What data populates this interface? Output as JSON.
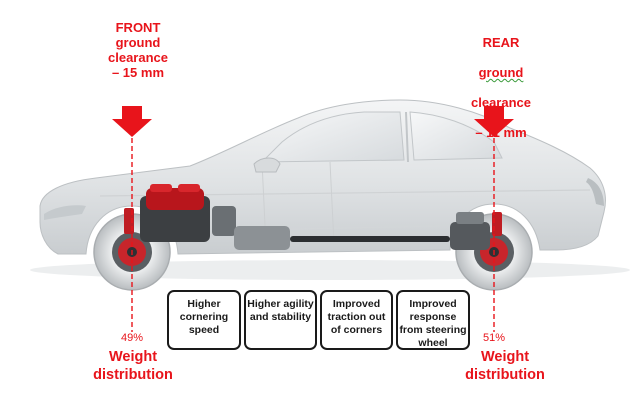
{
  "front": {
    "label": "FRONT\nground\nclearance\n– 15 mm",
    "percent": "49%",
    "weight_line1": "Weight",
    "weight_line2": "distribution"
  },
  "rear": {
    "label_line1": "REAR",
    "label_line2": "ground",
    "label_line3": "clearance",
    "label_line4": "– 11 mm",
    "percent": "51%",
    "weight_line1": "Weight",
    "weight_line2": "distribution"
  },
  "benefits": [
    "Higher cornering speed",
    "Higher agility and stability",
    "Improved traction out of corners",
    "Improved response from steering wheel"
  ],
  "colors": {
    "accent_red": "#e8141b",
    "car_body": "#e2e4e6",
    "box_border": "#1a1a1a"
  }
}
